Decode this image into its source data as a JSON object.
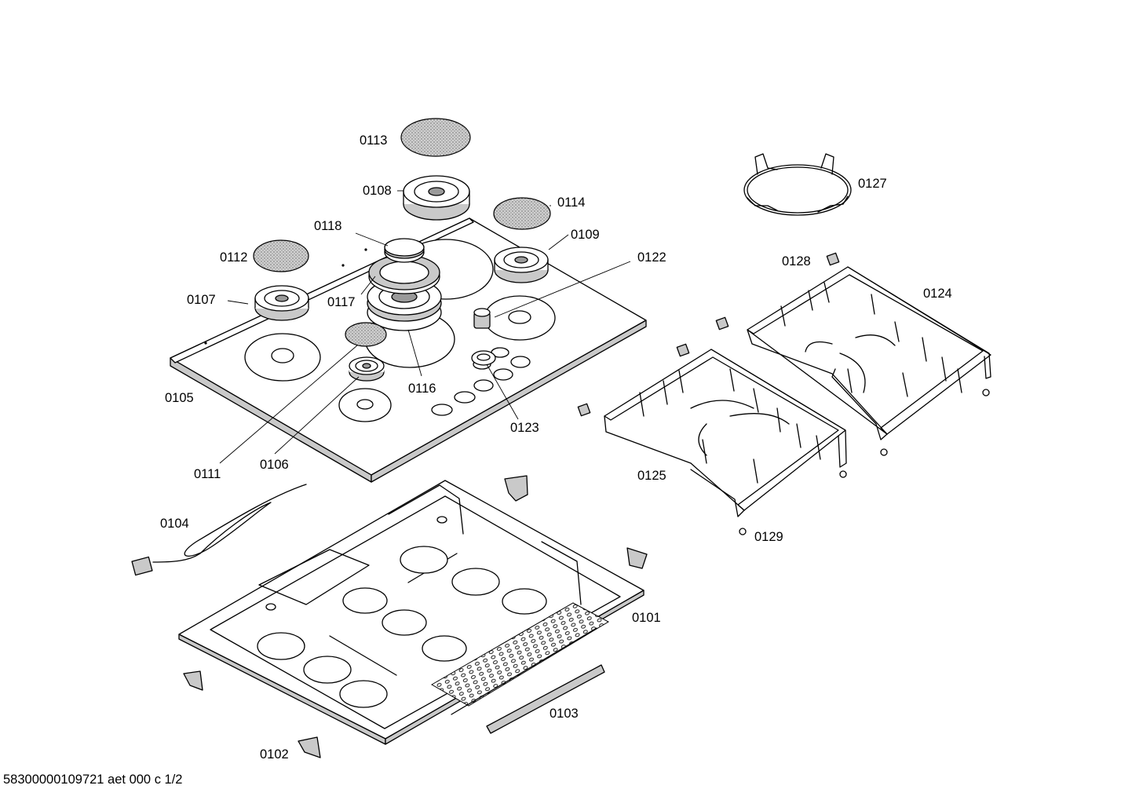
{
  "footer": {
    "document_code": "58300000109721 aet 000 c 1/2"
  },
  "colors": {
    "line": "#000000",
    "background": "#ffffff",
    "filter_fill": "#c9c9c9"
  },
  "parts": [
    {
      "id": "0101"
    },
    {
      "id": "0102"
    },
    {
      "id": "0103"
    },
    {
      "id": "0104"
    },
    {
      "id": "0105"
    },
    {
      "id": "0106"
    },
    {
      "id": "0107"
    },
    {
      "id": "0108"
    },
    {
      "id": "0109"
    },
    {
      "id": "0111"
    },
    {
      "id": "0112"
    },
    {
      "id": "0113"
    },
    {
      "id": "0114"
    },
    {
      "id": "0116"
    },
    {
      "id": "0117"
    },
    {
      "id": "0118"
    },
    {
      "id": "0122"
    },
    {
      "id": "0123"
    },
    {
      "id": "0124"
    },
    {
      "id": "0125"
    },
    {
      "id": "0127"
    },
    {
      "id": "0128"
    },
    {
      "id": "0129"
    }
  ]
}
